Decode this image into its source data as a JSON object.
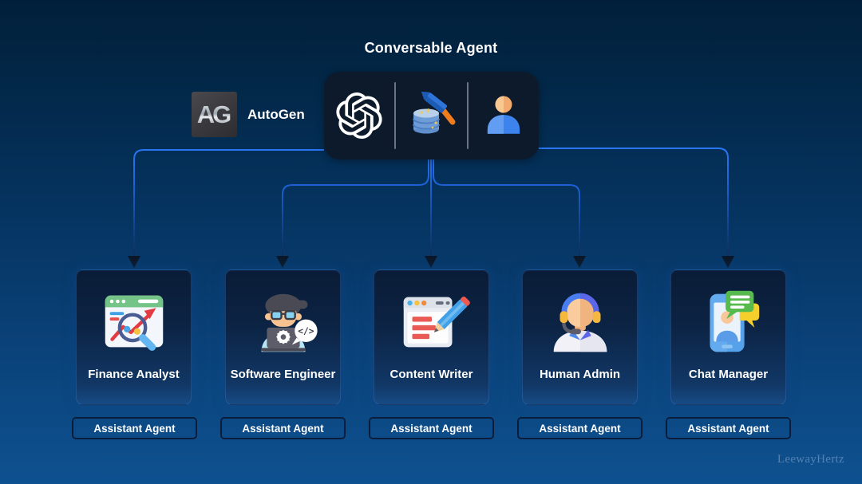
{
  "title": "Conversable Agent",
  "brand": {
    "logo_text": "AG",
    "name": "AutoGen"
  },
  "main_node": {
    "icons": [
      "openai-logo-icon",
      "build-tools-icon",
      "user-icon"
    ]
  },
  "agents": [
    {
      "name": "Finance Analyst",
      "role": "Assistant Agent",
      "icon": "finance-analyst-icon"
    },
    {
      "name": "Software Engineer",
      "role": "Assistant Agent",
      "icon": "software-engineer-icon"
    },
    {
      "name": "Content Writer",
      "role": "Assistant Agent",
      "icon": "content-writer-icon"
    },
    {
      "name": "Human Admin",
      "role": "Assistant Agent",
      "icon": "human-admin-icon"
    },
    {
      "name": "Chat Manager",
      "role": "Assistant Agent",
      "icon": "chat-manager-icon"
    }
  ],
  "watermark": "LeewayHertz",
  "colors": {
    "background_top": "#01203a",
    "background_bottom": "#0e5190",
    "connector_blue": "#1f6ff2",
    "node_background": "#0d1a2c",
    "card_gradient_bottom": "#174b85"
  }
}
